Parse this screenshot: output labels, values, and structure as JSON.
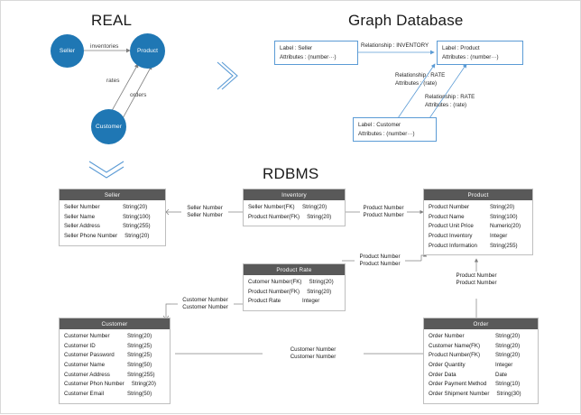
{
  "sections": {
    "real": {
      "title": "REAL"
    },
    "graph": {
      "title": "Graph Database"
    },
    "rdbms": {
      "title": "RDBMS"
    }
  },
  "colors": {
    "node_fill": "#1f77b4",
    "graph_border": "#5b9bd5",
    "table_header": "#595959",
    "chevron": "#4a90c4",
    "connector": "#808080"
  },
  "real_model": {
    "nodes": [
      {
        "id": "seller",
        "label": "Seller"
      },
      {
        "id": "product",
        "label": "Product"
      },
      {
        "id": "customer",
        "label": "Customer"
      }
    ],
    "edges": [
      {
        "from": "seller",
        "to": "product",
        "label": "inventories"
      },
      {
        "from": "customer",
        "to": "product",
        "label": "rates"
      },
      {
        "from": "customer",
        "to": "product",
        "label": "orders"
      }
    ]
  },
  "graph_model": {
    "nodes": [
      {
        "id": "seller",
        "label_line": "Label : Seller",
        "attr_line": "Attributes : (number···)"
      },
      {
        "id": "product",
        "label_line": "Label : Product",
        "attr_line": "Attributes : (number···)"
      },
      {
        "id": "customer",
        "label_line": "Label : Customer",
        "attr_line": "Attributes : (number···)"
      }
    ],
    "relationships": [
      {
        "id": "inventory",
        "rel_line": "Relationship : INVENTORY",
        "attr_line": ""
      },
      {
        "id": "rate1",
        "rel_line": "Relationship : RATE",
        "attr_line": "Attributes : (rate)"
      },
      {
        "id": "rate2",
        "rel_line": "Relationship : RATE",
        "attr_line": "Attributes : (rate)"
      }
    ]
  },
  "rdbms": {
    "tables": [
      {
        "id": "seller",
        "title": "Seller",
        "columns": [
          {
            "name": "Seller Number",
            "type": "String(20)"
          },
          {
            "name": "Seller Name",
            "type": "String(100)"
          },
          {
            "name": "Seller Address",
            "type": "String(255)"
          },
          {
            "name": "Seller Phone Number",
            "type": "String(20)"
          }
        ]
      },
      {
        "id": "inventory",
        "title": "Inventory",
        "columns": [
          {
            "name": "Seller Number(FK)",
            "type": "String(20)"
          },
          {
            "name": "Product Number(FK)",
            "type": "String(20)"
          }
        ]
      },
      {
        "id": "product",
        "title": "Product",
        "columns": [
          {
            "name": "Product Number",
            "type": "String(20)"
          },
          {
            "name": "Product Name",
            "type": "String(100)"
          },
          {
            "name": "Product Unit Price",
            "type": "Numeric(20)"
          },
          {
            "name": "Product Inventory",
            "type": "Integer"
          },
          {
            "name": "Product Information",
            "type": "String(255)"
          }
        ]
      },
      {
        "id": "product_rate",
        "title": "Product Rate",
        "columns": [
          {
            "name": "Cutomer Number(FK)",
            "type": "String(20)"
          },
          {
            "name": "Product Number(FK)",
            "type": "String(20)"
          },
          {
            "name": "Product Rate",
            "type": "Integer"
          }
        ]
      },
      {
        "id": "customer",
        "title": "Customer",
        "columns": [
          {
            "name": "Customer Number",
            "type": "String(20)"
          },
          {
            "name": "Customer ID",
            "type": "String(25)"
          },
          {
            "name": "Customer Password",
            "type": "String(25)"
          },
          {
            "name": "Customer Name",
            "type": "String(50)"
          },
          {
            "name": "Customer Address",
            "type": "String(255)"
          },
          {
            "name": "Customer Phon Number",
            "type": "String(20)"
          },
          {
            "name": "Customer Email",
            "type": "String(50)"
          }
        ]
      },
      {
        "id": "order",
        "title": "Order",
        "columns": [
          {
            "name": "Order Number",
            "type": "String(20)"
          },
          {
            "name": "Customer Name(FK)",
            "type": "String(20)"
          },
          {
            "name": "Product Number(FK)",
            "type": "String(20)"
          },
          {
            "name": "Order Quantity",
            "type": "Integer"
          },
          {
            "name": "Order Data",
            "type": "Date"
          },
          {
            "name": "Order Payment Method",
            "type": "String(10)"
          },
          {
            "name": "Order Shipment Number",
            "type": "String(30)"
          }
        ]
      }
    ],
    "relations": [
      {
        "id": "seller-inventory",
        "top": "Seller Number",
        "bottom": "Seller Number"
      },
      {
        "id": "inventory-product",
        "top": "Product Number",
        "bottom": "Product Number"
      },
      {
        "id": "productrate-product",
        "top": "Product Number",
        "bottom": "Product Number"
      },
      {
        "id": "order-product",
        "top": "Product Number",
        "bottom": "Product Number"
      },
      {
        "id": "customer-productrate",
        "top": "Customer Number",
        "bottom": "Customer Number"
      },
      {
        "id": "customer-order",
        "top": "Customer Number",
        "bottom": "Customer Number"
      }
    ]
  }
}
